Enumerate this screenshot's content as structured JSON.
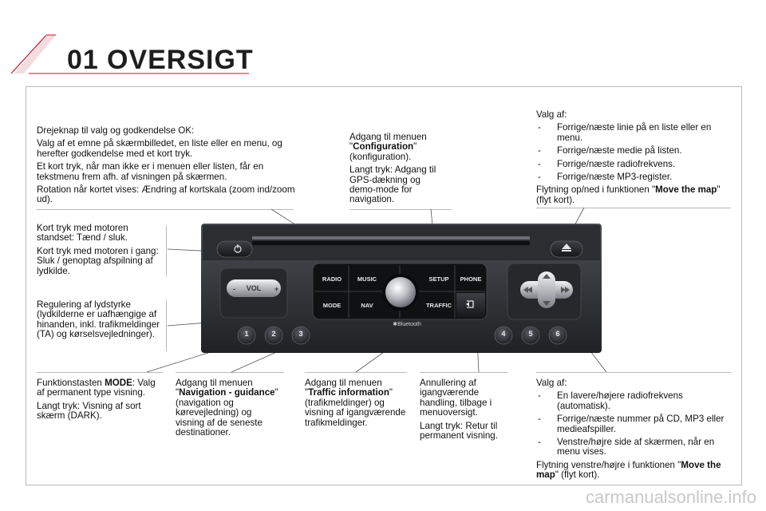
{
  "header": {
    "number": "01",
    "title": "OVERSIGT",
    "accent": "#c8102e"
  },
  "callouts": {
    "knob": {
      "p1": "Drejeknap til valg og godkendelse OK:",
      "p2": "Valg af et emne på skærmbilledet, en liste eller en menu, og herefter godkendelse med et kort tryk.",
      "p3": "Et kort tryk, når man ikke er i menuen eller listen, får en tekstmenu frem afh. af visningen på skærmen.",
      "p4": "Rotation når kortet vises: Ændring af kortskala (zoom ind/zoom ud)."
    },
    "setup": {
      "p1_pre": "Adgang til menuen \"",
      "p1_bold": "Configuration",
      "p1_post": "\" (konfiguration).",
      "p2": "Langt tryk: Adgang til GPS-dækning og demo-mode for navigation."
    },
    "arrows_up": {
      "heading": "Valg af:",
      "items": [
        "Forrige/næste linie på en liste eller en menu.",
        "Forrige/næste medie på listen.",
        "Forrige/næste radiofrekvens.",
        "Forrige/næste MP3-register."
      ],
      "footer_pre": "Flytning op/ned i funktionen \"",
      "footer_bold": "Move the map",
      "footer_post": "\" (flyt kort)."
    },
    "power": {
      "p1": "Kort tryk med motoren standset: Tænd / sluk.",
      "p2": "Kort tryk med motoren i gang: Sluk / genoptag afspilning af lydkilde."
    },
    "volume": {
      "p1": "Regulering af lydstyrke (lydkilderne er uafhængige af hinanden, inkl. trafikmeldinger (TA) og kørselsvejledninger)."
    },
    "mode": {
      "p1_pre": "Funktionstasten ",
      "p1_bold": "MODE",
      "p1_post": ": Valg af permanent type visning.",
      "p2": "Langt tryk: Visning af sort skærm (DARK)."
    },
    "nav": {
      "p1_pre": "Adgang til menuen \"",
      "p1_bold": "Navigation - guidance",
      "p1_post": "\" (navigation og kørevejledning) og visning af de seneste destinationer."
    },
    "traffic": {
      "p1_pre": "Adgang til menuen \"",
      "p1_bold": "Traffic information",
      "p1_post": "\" (trafikmeldinger) og visning af igangværende trafikmeldinger."
    },
    "back": {
      "p1": "Annullering af igangværende handling, tilbage i menuoversigt.",
      "p2": "Langt tryk: Retur til permanent visning."
    },
    "arrows_side": {
      "heading": "Valg af:",
      "items": [
        "En lavere/højere radiofrekvens (automatisk).",
        "Forrige/næste nummer på CD, MP3 eller medieafspiller.",
        "Venstre/højre side af skærmen, når en menu vises."
      ],
      "footer_pre": "Flytning venstre/højre i funktionen \"",
      "footer_bold": "Move the map",
      "footer_post": "\" (flyt kort)."
    }
  },
  "device": {
    "vol_label": "VOL",
    "buttons_top": [
      "RADIO",
      "MUSIC",
      "SETUP",
      "PHONE"
    ],
    "buttons_bottom": [
      "MODE",
      "NAV",
      "TRAFFIC"
    ],
    "bluetooth_label": "Bluetooth",
    "presets": [
      "1",
      "2",
      "3",
      "4",
      "5",
      "6"
    ]
  },
  "watermark": "carmanualsonline.info",
  "dash": "-"
}
